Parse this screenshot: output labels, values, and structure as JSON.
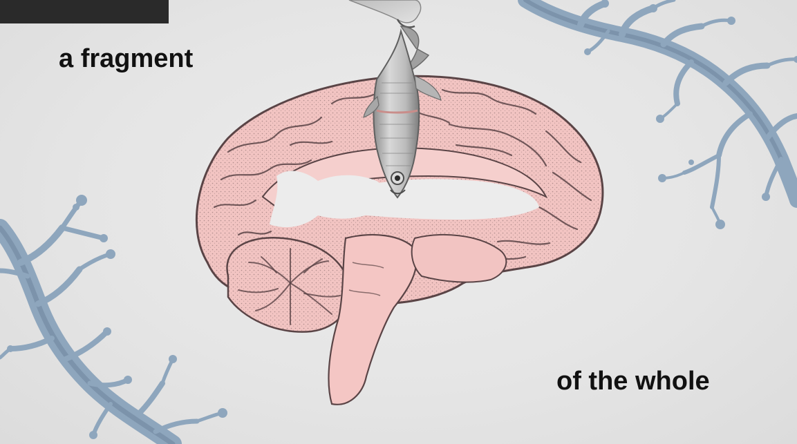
{
  "captions": {
    "top": "a fragment",
    "bottom": "of the whole"
  },
  "colors": {
    "background": "#e4e4e4",
    "brain_pink": "#f2c4c2",
    "brain_texture": "#5a4446",
    "coral_blue": "#8ea6bd",
    "fish_silver": "#bdbdbd",
    "text": "#111111",
    "top_bar": "#2a2a2a"
  },
  "illustration": {
    "elements": [
      "brain-sagittal-section",
      "hanging-fish",
      "fish-shaped-cutout",
      "coral-branches"
    ]
  }
}
